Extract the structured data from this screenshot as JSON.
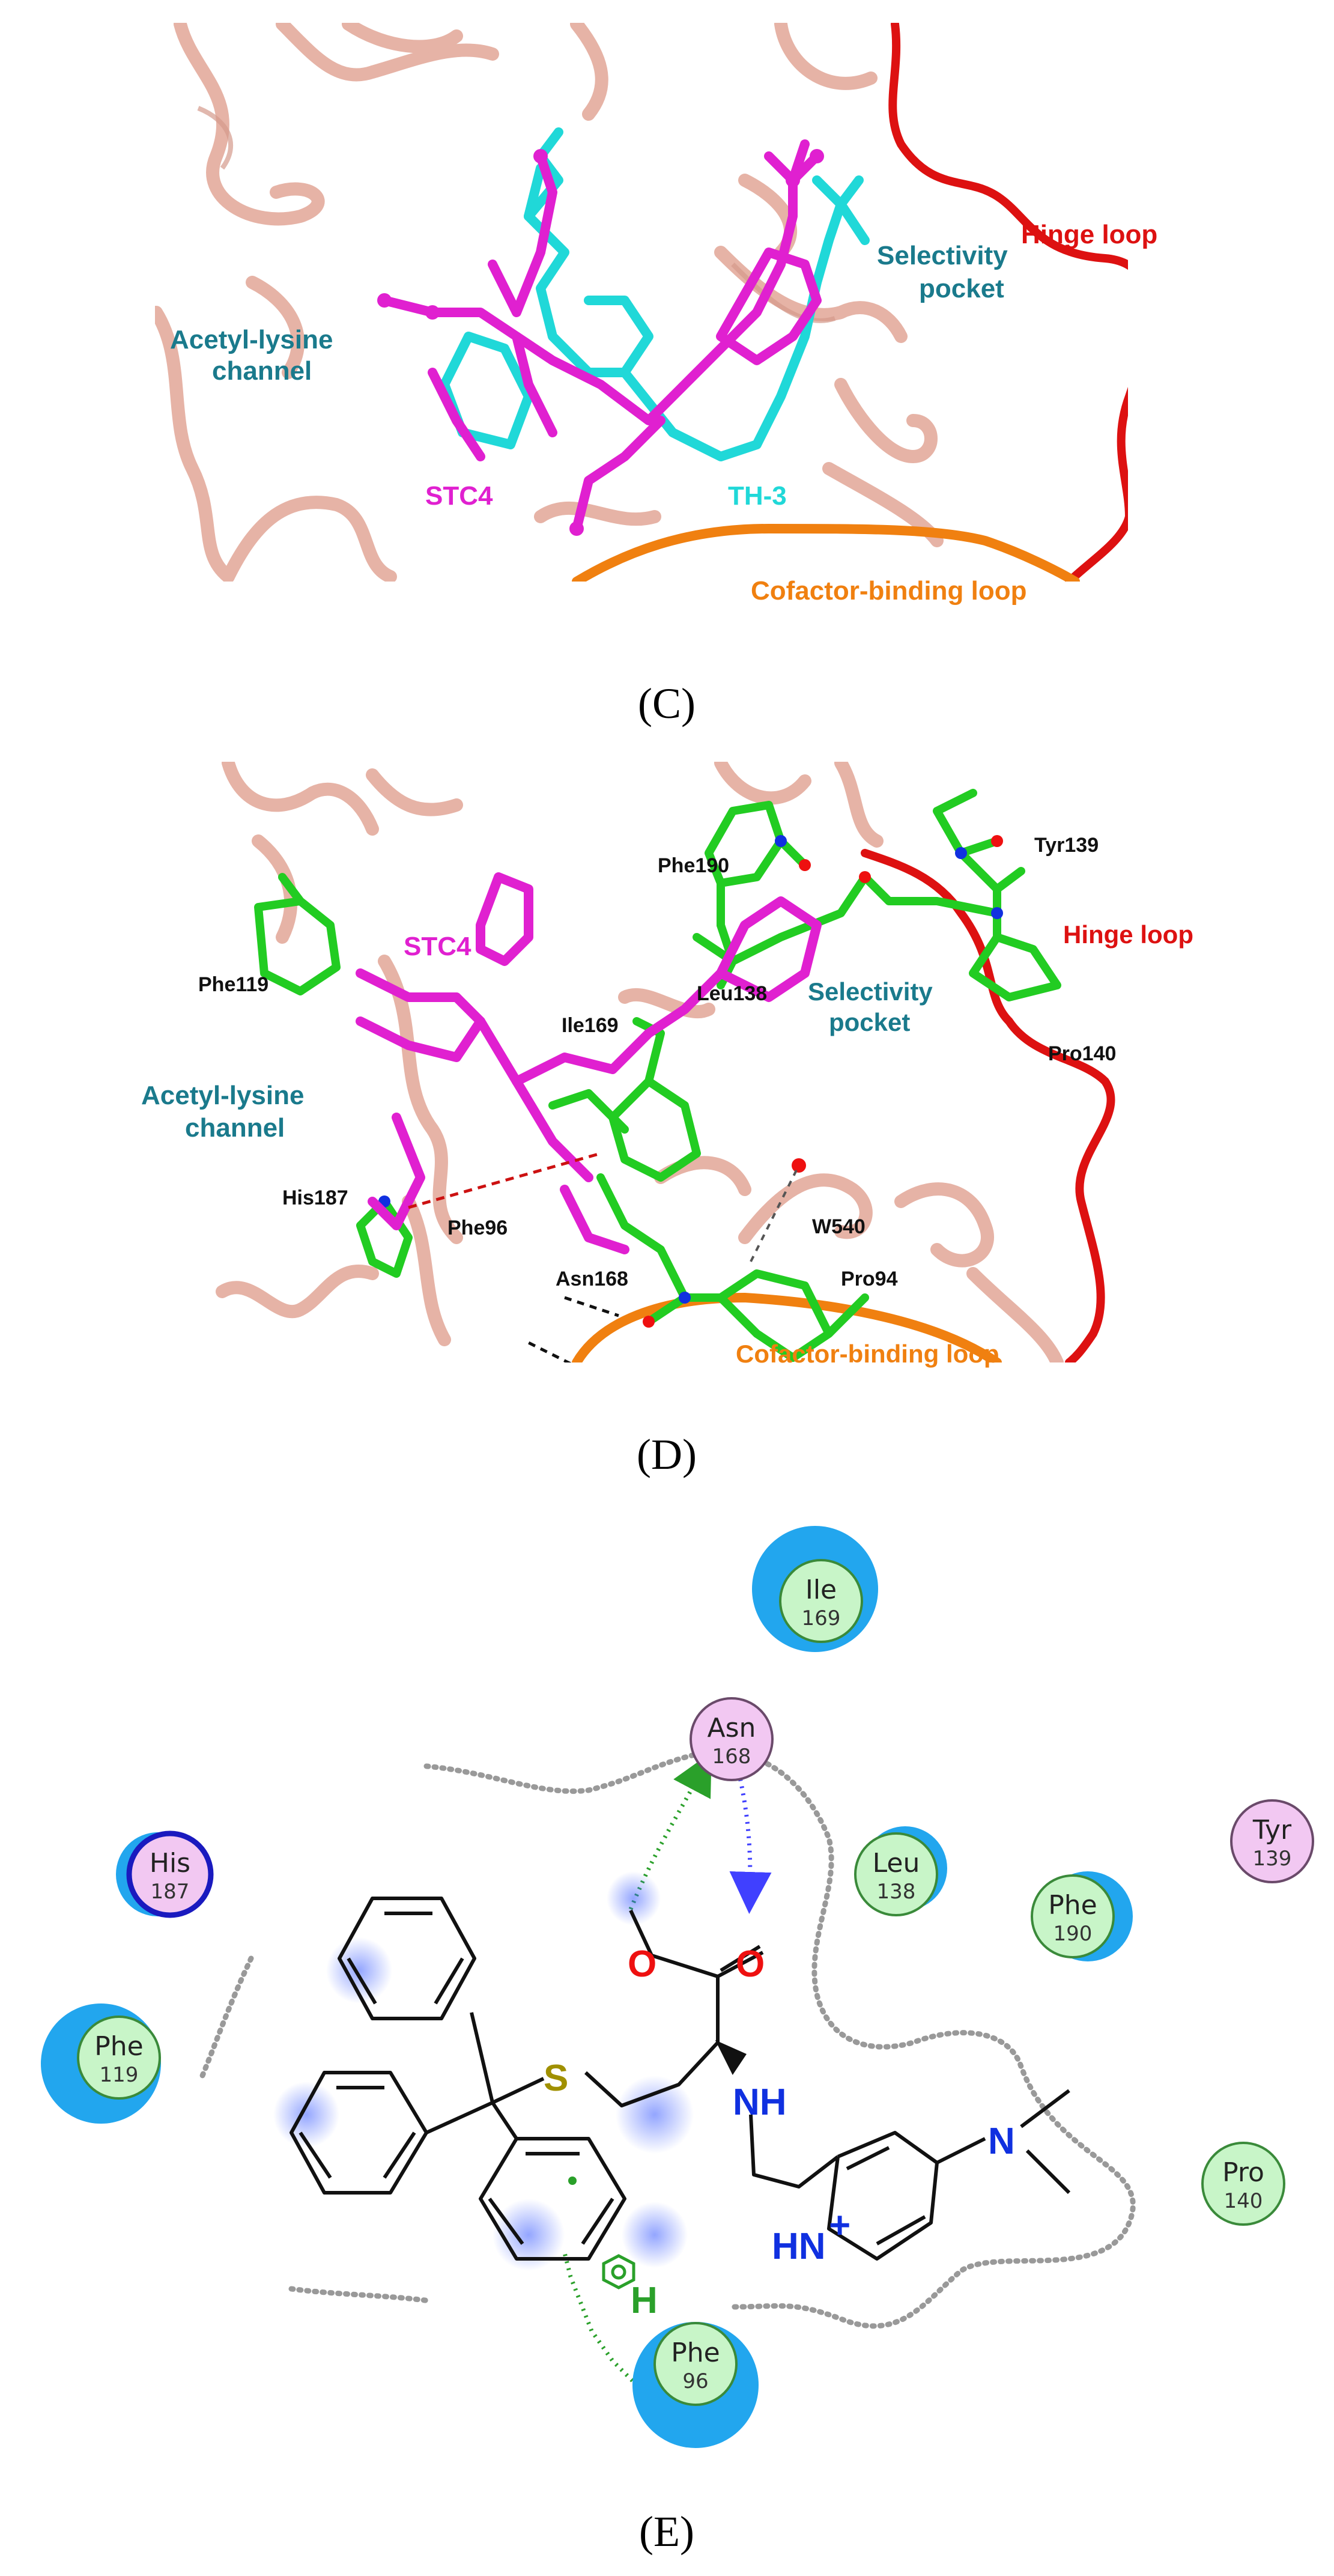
{
  "panels": {
    "C": {
      "caption": "(C)",
      "labels": {
        "hinge_loop": "Hinge loop",
        "selectivity_pocket_line1": "Selectivity",
        "selectivity_pocket_line2": "pocket",
        "acetyl_lysine_line1": "Acetyl-lysine",
        "acetyl_lysine_line2": "channel",
        "stc4": "STC4",
        "th3": "TH-3",
        "cofactor_loop": "Cofactor-binding loop"
      }
    },
    "D": {
      "caption": "(D)",
      "labels": {
        "phe190": "Phe190",
        "tyr139": "Tyr139",
        "hinge_loop": "Hinge loop",
        "stc4": "STC4",
        "phe119": "Phe119",
        "leu138": "Leu138",
        "selectivity_pocket_line1": "Selectivity",
        "selectivity_pocket_line2": "pocket",
        "ile169": "Ile169",
        "pro140": "Pro140",
        "acetyl_lysine_line1": "Acetyl-lysine",
        "acetyl_lysine_line2": "channel",
        "his187": "His187",
        "phe96": "Phe96",
        "w540": "W540",
        "asn168": "Asn168",
        "pro94": "Pro94",
        "cofactor_loop": "Cofactor-binding loop"
      }
    },
    "E": {
      "caption": "(E)",
      "residues": [
        {
          "key": "ile",
          "name": "Ile",
          "num": "169"
        },
        {
          "key": "asn",
          "name": "Asn",
          "num": "168"
        },
        {
          "key": "his",
          "name": "His",
          "num": "187"
        },
        {
          "key": "leu",
          "name": "Leu",
          "num": "138"
        },
        {
          "key": "tyr",
          "name": "Tyr",
          "num": "139"
        },
        {
          "key": "phe190",
          "name": "Phe",
          "num": "190"
        },
        {
          "key": "phe119",
          "name": "Phe",
          "num": "119"
        },
        {
          "key": "pro",
          "name": "Pro",
          "num": "140"
        },
        {
          "key": "phe96",
          "name": "Phe",
          "num": "96"
        }
      ],
      "atoms": {
        "o1": "O",
        "o2": "O",
        "s": "S",
        "nh": "NH",
        "n": "N",
        "hn_plus": "HN",
        "plus": "+",
        "h": "H"
      }
    }
  },
  "colors": {
    "protein_ribbon": "#e6b3a6",
    "hinge_loop": "#dd1111",
    "cofactor_loop": "#f08010",
    "stc4": "#e020d0",
    "th3": "#20d8d8",
    "label_teal": "#1a7a8c",
    "residue_carbon": "#22cc22",
    "nitrogen": "#1030e0",
    "oxygen": "#ee1010",
    "hydrophobic_residue": "#c8f5c8",
    "polar_residue": "#f2c8f2",
    "solvent_halo": "#22a6ee",
    "hbond": "#2aa02a",
    "hbond_acceptor": "#4040ff",
    "sulfur": "#a09000"
  }
}
